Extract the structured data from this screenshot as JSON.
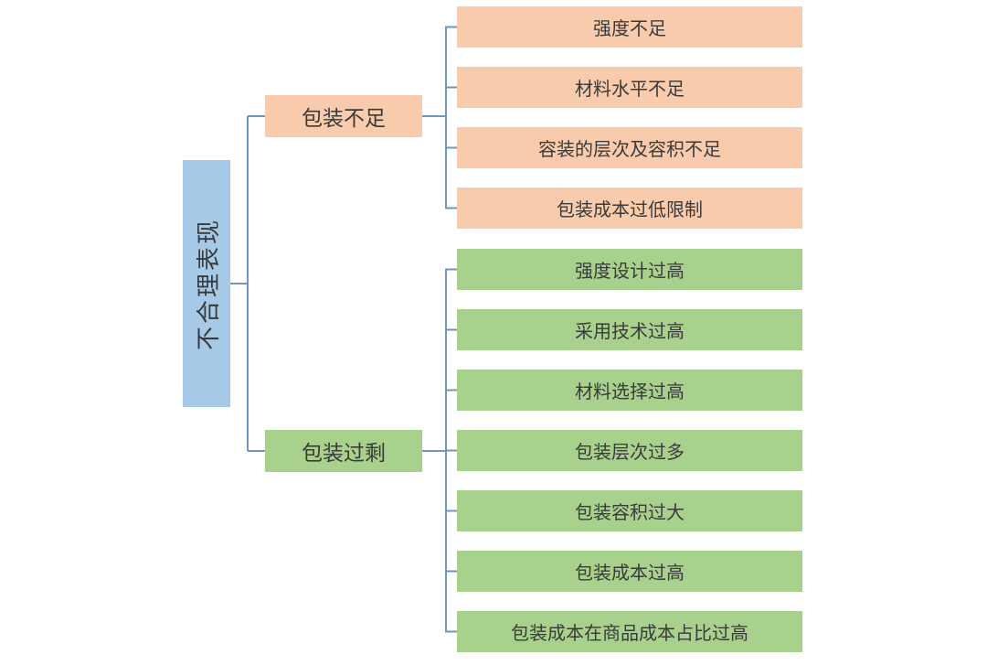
{
  "diagram": {
    "root_label": "不合理表现",
    "branches": [
      {
        "label": "包装不足",
        "children": [
          "强度不足",
          "材料水平不足",
          "容装的层次及容积不足",
          "包装成本过低限制"
        ]
      },
      {
        "label": "包装过剩",
        "children": [
          "强度设计过高",
          "采用技术过高",
          "材料选择过高",
          "包装层次过多",
          "包装容积过大",
          "包装成本过高",
          "包装成本在商品成本占比过高"
        ]
      }
    ],
    "colors": {
      "background": "#FFFFFF",
      "root_fill": "#A7C9E8",
      "underpack_fill": "#F8CBAD",
      "overpack_fill": "#A9D18E",
      "connector": "#6E96BE",
      "text": "#3A3A3A"
    }
  }
}
